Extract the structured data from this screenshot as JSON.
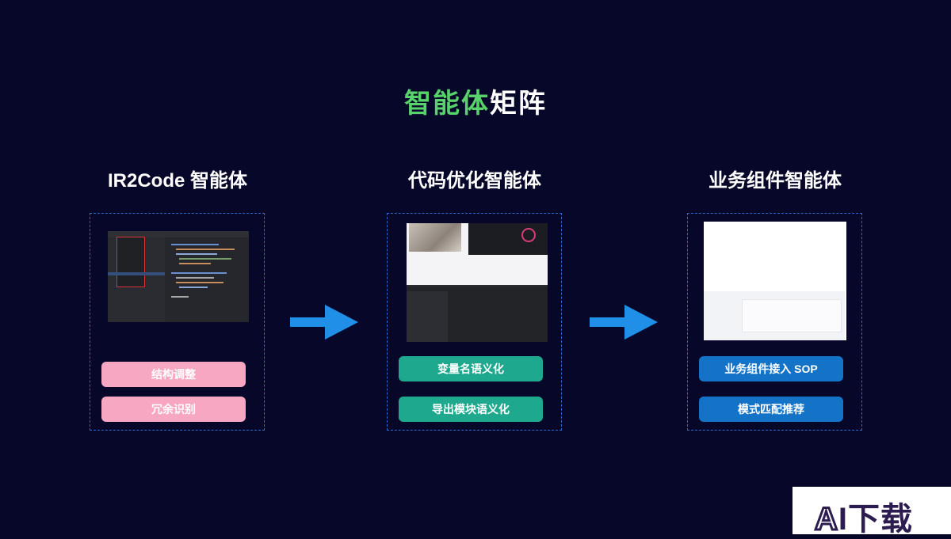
{
  "header": {
    "title_highlight": "智能体",
    "title_rest": "矩阵"
  },
  "columns": [
    {
      "title": "IR2Code 智能体",
      "buttons": [
        "结构调整",
        "冗余识别"
      ]
    },
    {
      "title": "代码优化智能体",
      "buttons": [
        "变量名语义化",
        "导出模块语义化"
      ]
    },
    {
      "title": "业务组件智能体",
      "buttons": [
        "业务组件接入 SOP",
        "模式匹配推荐"
      ]
    }
  ],
  "watermark": {
    "text_a": "A",
    "text_rest": "I下载"
  },
  "colors": {
    "background": "#07072a",
    "highlight": "#58d26a",
    "pink": "#f7a7c2",
    "teal": "#1ea88e",
    "blue": "#1573c7",
    "arrow": "#1f8fe8"
  }
}
